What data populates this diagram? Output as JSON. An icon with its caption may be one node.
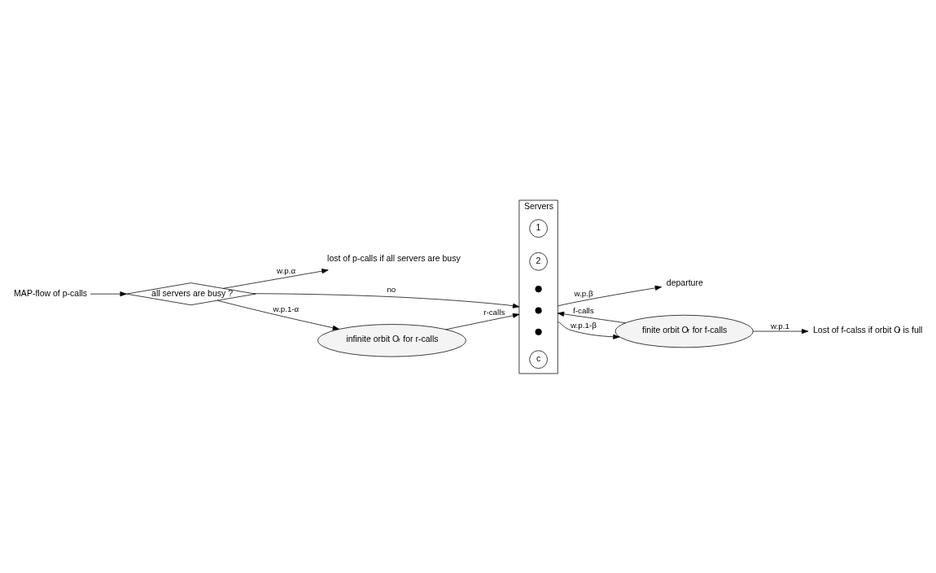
{
  "diagram": {
    "nodes": [
      {
        "text": [
          "MAP-flow of p-calls"
        ]
      },
      {
        "text": [
          "all servers are busy ?"
        ]
      },
      {
        "text": [
          "lost of p-calls if all servers are busy"
        ]
      },
      {
        "text": [
          "Servers"
        ]
      },
      {
        "text": [
          "1"
        ],
        "in": 3
      },
      {
        "text": [
          "2"
        ],
        "in": 3
      },
      {
        "text": [],
        "shape": "circle",
        "in": 3
      },
      {
        "text": [],
        "shape": "circle",
        "in": 3
      },
      {
        "text": [],
        "shape": "circle",
        "in": 3
      },
      {
        "text": [
          "c"
        ],
        "in": 3
      },
      {
        "text": [
          "departure"
        ]
      },
      {
        "text": [
          "infinite orbit O$_{r}$ for r-calls"
        ]
      },
      {
        "text": [
          "finite orbit O$_{f}$ for f-calls"
        ]
      },
      {
        "text": [
          "Lost of f-calss if orbit O$_{f}$ is full"
        ]
      }
    ],
    "edges": [
      {
        "from": 0,
        "to": 1,
        "arrow": "to"
      },
      {
        "from": 1,
        "to": 2,
        "arrow": "to",
        "label": "w.p.α"
      },
      {
        "from": 1,
        "to": 3,
        "arrow": "to",
        "label": "no"
      },
      {
        "from": 1,
        "to": 11,
        "arrow": "to",
        "label": "w.p.1-α"
      },
      {
        "from": 11,
        "to": 3,
        "arrow": "to",
        "label": "r-calls"
      },
      {
        "from": 12,
        "to": 3,
        "arrow": "to",
        "label": "f-calls"
      },
      {
        "from": 3,
        "to": 10,
        "arrow": "to",
        "label": "w.p.β"
      },
      {
        "from": 3,
        "to": 12,
        "arrow": "to",
        "label": "w.p.1-β"
      },
      {
        "from": 12,
        "to": 13,
        "arrow": "to",
        "label": "w.p.1"
      }
    ]
  }
}
